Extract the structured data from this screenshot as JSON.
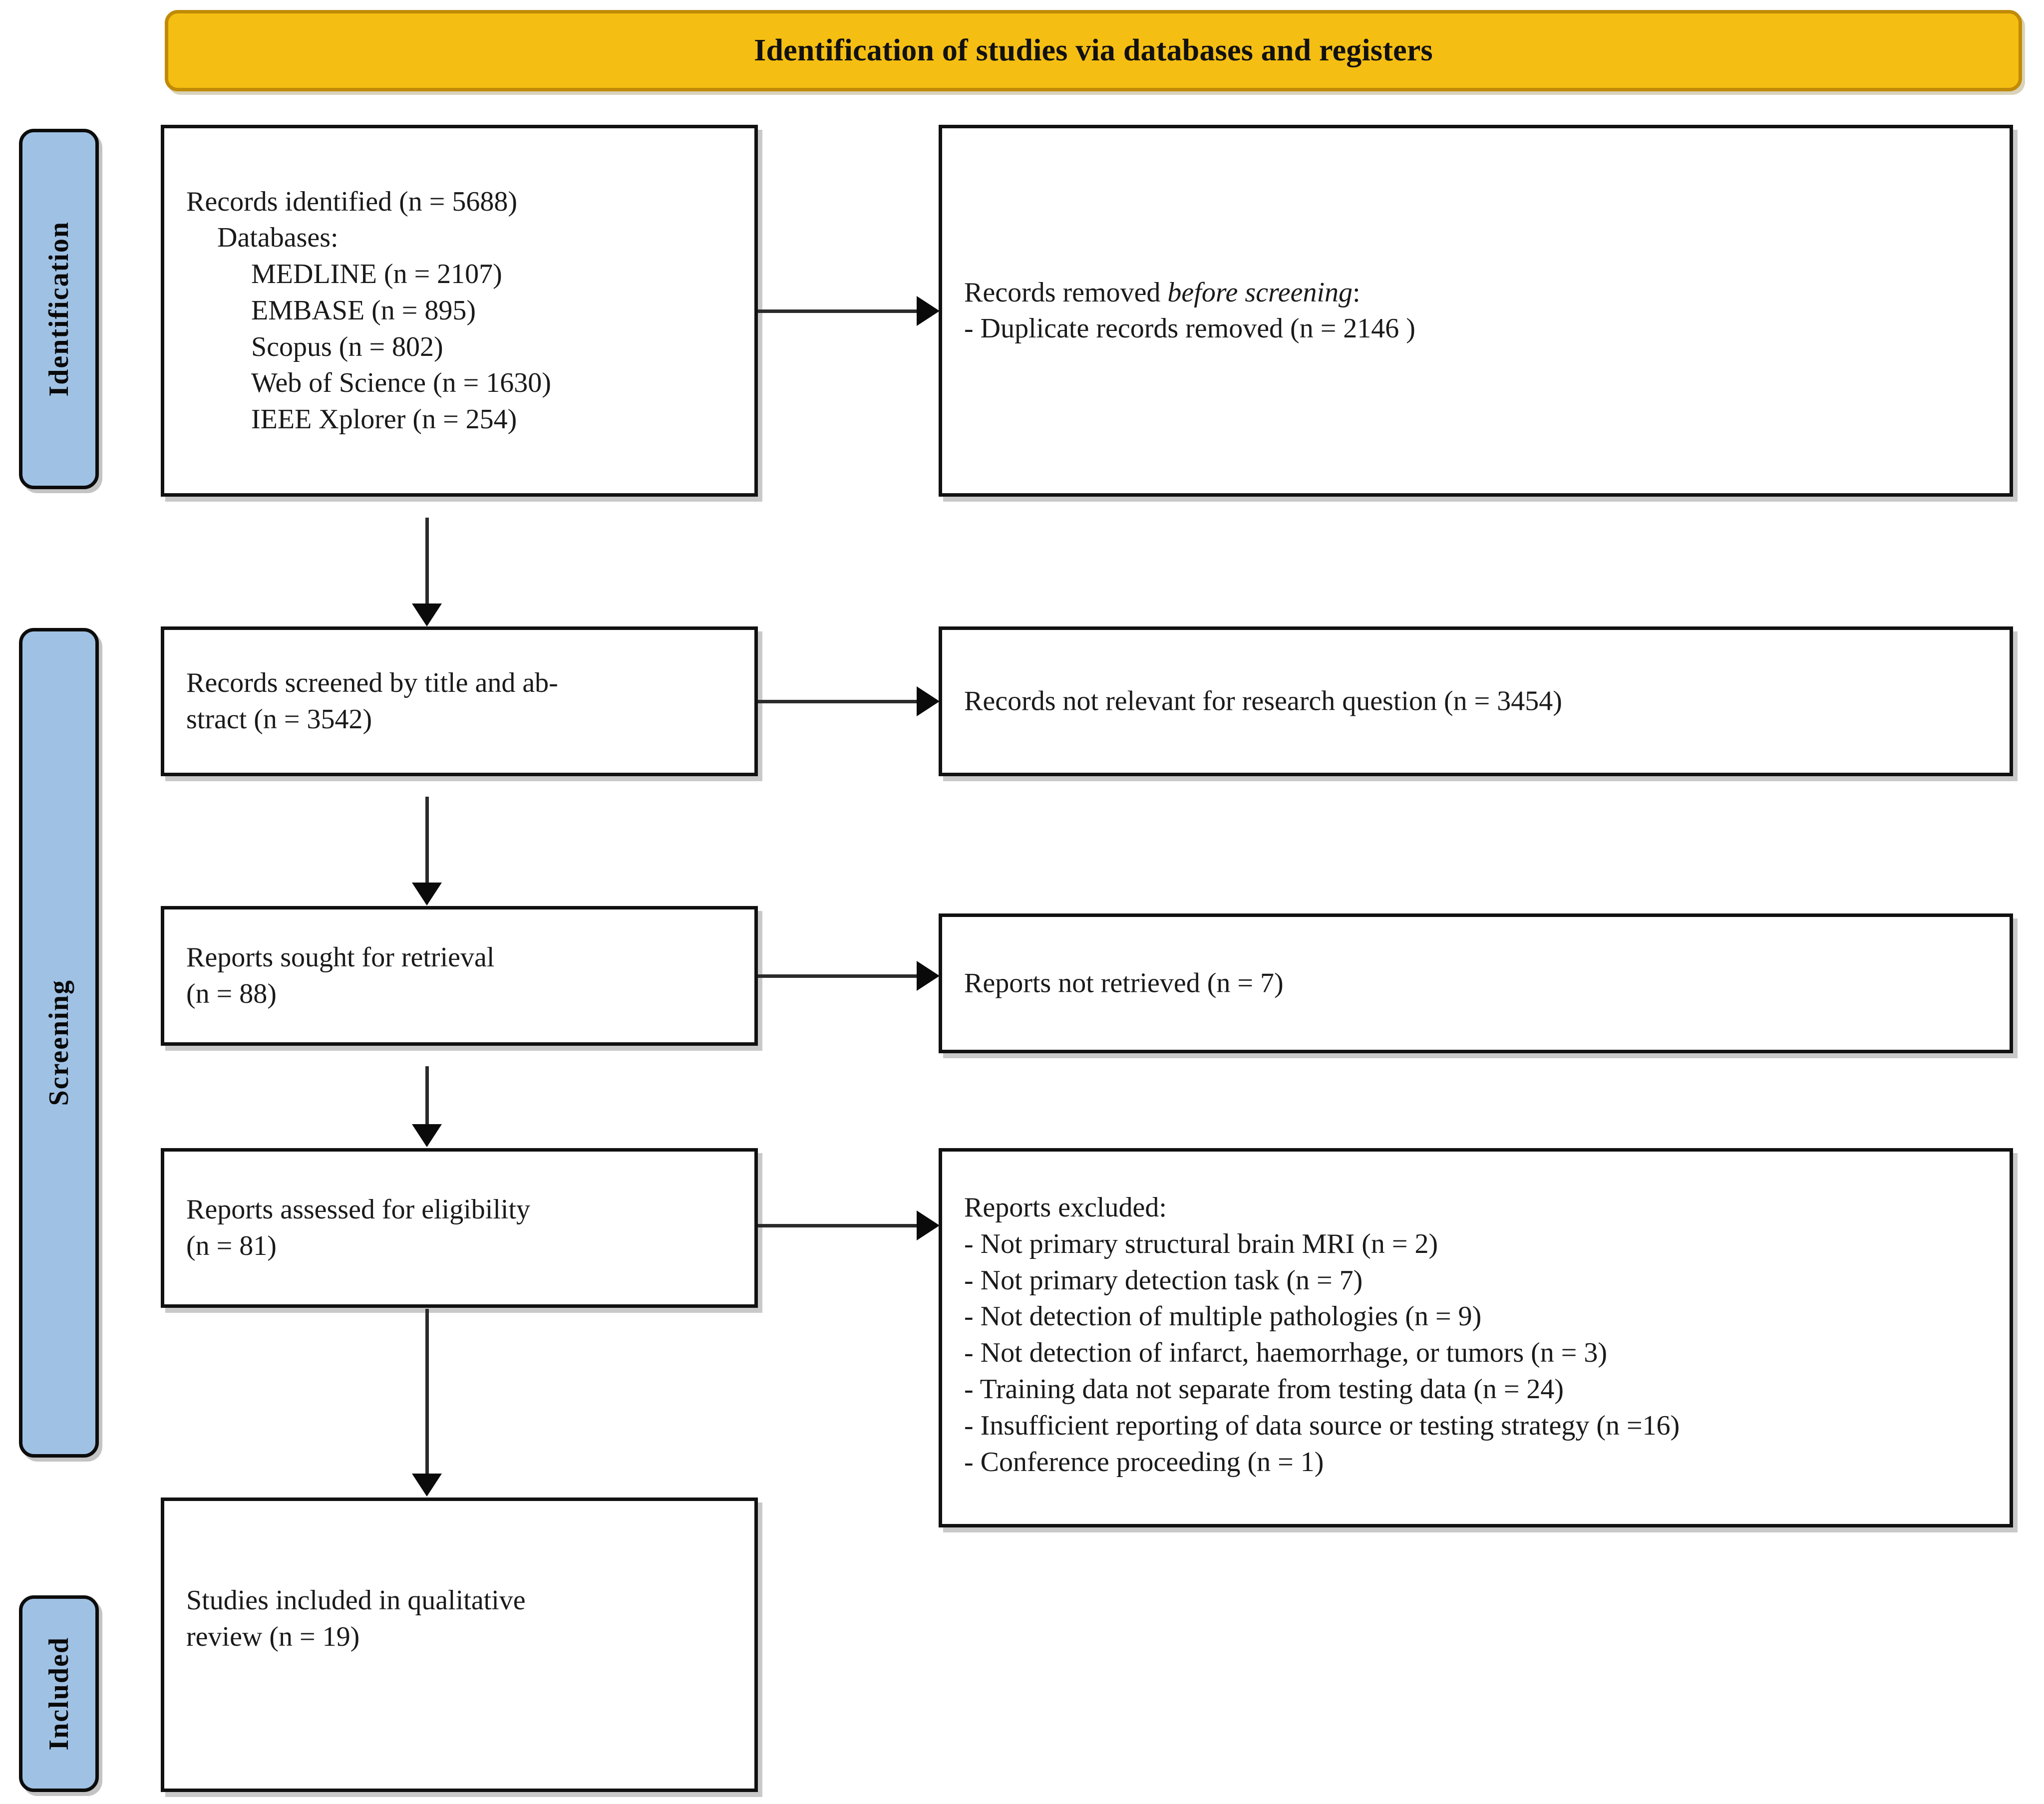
{
  "diagram": {
    "type": "prisma-flow-diagram",
    "banner": {
      "title": "Identification of studies via databases and registers",
      "color": "#F5BE12",
      "border_color": "#C08B06"
    },
    "stage_labels": {
      "color": "#9FC1E4",
      "identification": "Identification",
      "screening": "Screening",
      "included": "Included"
    },
    "boxes": {
      "records_identified": {
        "lines": [
          "Records identified (n = 5688)",
          "Databases:",
          "MEDLINE (n = 2107)",
          "EMBASE (n = 895)",
          "Scopus (n = 802)",
          "Web of Science (n = 1630)",
          "IEEE Xplorer (n = 254)"
        ],
        "total": 5688,
        "databases": [
          {
            "name": "MEDLINE",
            "n": 2107
          },
          {
            "name": "EMBASE",
            "n": 895
          },
          {
            "name": "Scopus",
            "n": 802
          },
          {
            "name": "Web of Science",
            "n": 1630
          },
          {
            "name": "IEEE Xplorer",
            "n": 254
          }
        ]
      },
      "records_removed": {
        "heading_prefix": "Records removed ",
        "heading_italic": "before screening",
        "heading_suffix": ":",
        "item": "- Duplicate records removed (n = 2146 )",
        "n": 2146
      },
      "records_screened": {
        "line1": "Records screened by title and ab-",
        "line2": "stract (n = 3542)",
        "n": 3542
      },
      "records_not_relevant": {
        "text": "Records not relevant for research question (n = 3454)",
        "n": 3454
      },
      "reports_sought": {
        "line1": "Reports sought for retrieval",
        "line2": "(n = 88)",
        "n": 88
      },
      "reports_not_retrieved": {
        "text": "Reports not retrieved (n = 7)",
        "n": 7
      },
      "reports_assessed": {
        "line1": "Reports assessed for eligibility",
        "line2": "(n = 81)",
        "n": 81
      },
      "reports_excluded": {
        "heading": "Reports excluded:",
        "items": [
          "- Not primary structural brain MRI (n = 2)",
          "- Not primary detection task (n = 7)",
          "- Not detection of multiple pathologies (n = 9)",
          "- Not detection of infarct, haemorrhage, or tumors (n = 3)",
          "- Training data not separate from testing data (n = 24)",
          "- Insufficient reporting of data source or testing strategy (n =16)",
          "- Conference proceeding (n = 1)"
        ],
        "counts": [
          2,
          7,
          9,
          3,
          24,
          16,
          1
        ]
      },
      "studies_included": {
        "line1": "Studies included in qualitative",
        "line2": "review (n = 19)",
        "n": 19
      }
    }
  }
}
